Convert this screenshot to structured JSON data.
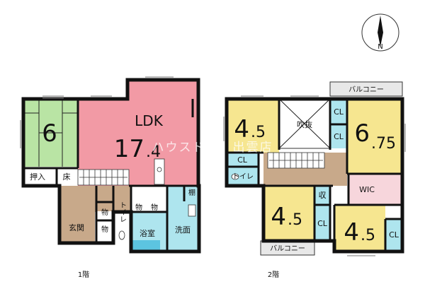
{
  "compass": {
    "north_label": "N"
  },
  "watermark": "ハウスドゥ！出雲店",
  "floor1": {
    "label": "1階",
    "rooms": {
      "japanese_room": {
        "size": "6"
      },
      "ldk": {
        "name": "LDK",
        "size_main": "17",
        "size_frac": ".4"
      },
      "oshiire": "押入",
      "toko": "床",
      "storage_a": "物",
      "storage_b": "物",
      "storage_c": "物",
      "storage_d": "物",
      "shelf": "棚",
      "entrance": "玄関",
      "toilet": "トイレ",
      "bath": "浴室",
      "washroom": "洗面"
    }
  },
  "floor2": {
    "label": "2階",
    "balcony_top": "バルコニー",
    "balcony_bottom": "バルコニー",
    "rooms": {
      "room_45_tl": {
        "main": "4",
        "frac": ".5"
      },
      "room_675": {
        "main": "6",
        "frac": ".75"
      },
      "room_45_c": {
        "main": "4",
        "frac": ".5"
      },
      "room_45_br": {
        "main": "4",
        "frac": ".5"
      },
      "atrium": "吹抜",
      "cl_1": "CL",
      "cl_2": "CL",
      "cl_3": "CL",
      "cl_4": "CL",
      "cl_5": "CL",
      "toilet": "トイレ",
      "storage": "収",
      "wic": "WIC"
    }
  }
}
